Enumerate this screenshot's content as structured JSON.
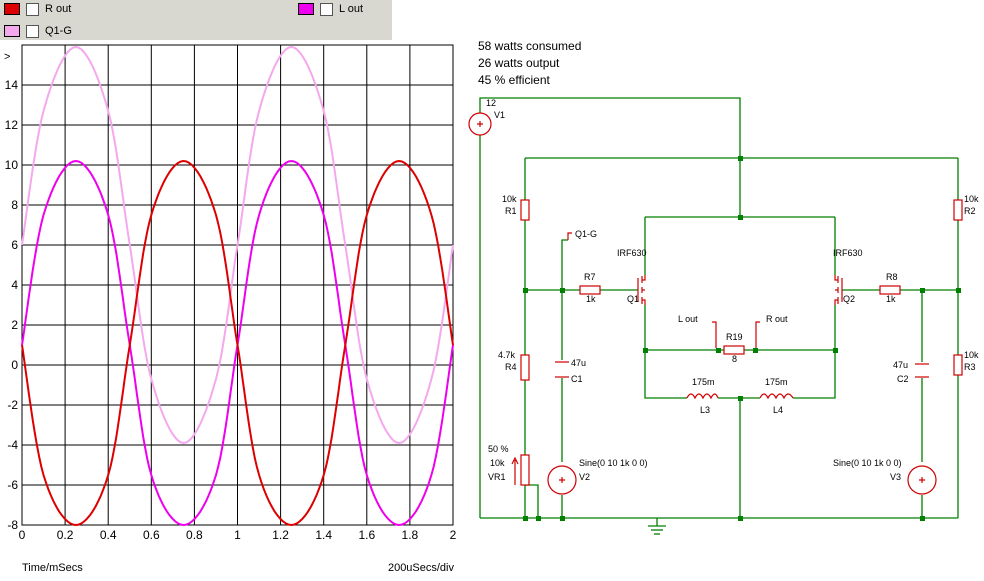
{
  "legend": [
    {
      "label": "R out",
      "color": "#dd0000",
      "checked": false
    },
    {
      "label": "L out",
      "color": "#ee00ee",
      "checked": false
    },
    {
      "label": "Q1-G",
      "color": "#f4a8ee",
      "checked": false
    }
  ],
  "chart_data": {
    "type": "line",
    "xlabel": "Time/mSecs",
    "xscale_label": "200uSecs/div",
    "ylabel": ">",
    "xlim": [
      0,
      2
    ],
    "ylim": [
      -8,
      16
    ],
    "xticks": [
      "0",
      "0.2",
      "0.4",
      "0.6",
      "0.8",
      "1",
      "1.2",
      "1.4",
      "1.6",
      "1.8",
      "2"
    ],
    "yticks": [
      "-8",
      "-6",
      "-4",
      "-2",
      "0",
      "2",
      "4",
      "6",
      "8",
      "10",
      "12",
      "14"
    ],
    "grid": true,
    "series": [
      {
        "name": "Q1-G",
        "color": "#f4a8ee",
        "x": [
          0,
          0.1,
          0.25,
          0.4,
          0.5,
          0.6,
          0.75,
          0.9,
          1.0,
          1.1,
          1.25,
          1.4,
          1.5,
          1.6,
          1.75,
          1.9,
          2.0
        ],
        "y": [
          6,
          12.7,
          15.9,
          12.7,
          6,
          -0.7,
          -3.9,
          -0.7,
          6,
          12.7,
          15.9,
          12.7,
          6,
          -0.7,
          -3.9,
          -0.7,
          6
        ]
      },
      {
        "name": "L out",
        "color": "#ee00ee",
        "x": [
          0,
          0.1,
          0.25,
          0.4,
          0.5,
          0.6,
          0.75,
          0.9,
          1.0,
          1.1,
          1.25,
          1.4,
          1.5,
          1.6,
          1.75,
          1.9,
          2.0
        ],
        "y": [
          1,
          7.5,
          10.2,
          7.5,
          1,
          -5.5,
          -8.0,
          -5.5,
          1,
          7.5,
          10.2,
          7.5,
          1,
          -5.5,
          -8.0,
          -5.5,
          1
        ]
      },
      {
        "name": "R out",
        "color": "#dd0000",
        "x": [
          0,
          0.1,
          0.25,
          0.4,
          0.5,
          0.6,
          0.75,
          0.9,
          1.0,
          1.1,
          1.25,
          1.4,
          1.5,
          1.6,
          1.75,
          1.9,
          2.0
        ],
        "y": [
          1,
          -5.5,
          -8.0,
          -5.5,
          1,
          7.5,
          10.2,
          7.5,
          1,
          -5.5,
          -8.0,
          -5.5,
          1,
          7.5,
          10.2,
          7.5,
          1
        ]
      }
    ]
  },
  "info": {
    "consumed": "58 watts consumed",
    "output": "26 watts output",
    "efficiency": "45 % efficient"
  },
  "schematic": {
    "v1": {
      "value": "12",
      "name": "V1"
    },
    "r1": {
      "value": "10k",
      "name": "R1"
    },
    "r2": {
      "value": "10k",
      "name": "R2"
    },
    "r3": {
      "value": "10k",
      "name": "R3"
    },
    "r4": {
      "value": "4.7k",
      "name": "R4"
    },
    "r7": {
      "value": "1k",
      "name": "R7"
    },
    "r8": {
      "value": "1k",
      "name": "R8"
    },
    "r19": {
      "value": "8",
      "name": "R19"
    },
    "c1": {
      "value": "47u",
      "name": "C1"
    },
    "c2": {
      "value": "47u",
      "name": "C2"
    },
    "l3": {
      "value": "175m",
      "name": "L3"
    },
    "l4": {
      "value": "175m",
      "name": "L4"
    },
    "q1": {
      "part": "IRF630",
      "name": "Q1"
    },
    "q2": {
      "part": "IRF630",
      "name": "Q2"
    },
    "vr1": {
      "setting": "50 %",
      "value": "10k",
      "name": "VR1"
    },
    "v2": {
      "spec": "Sine(0 10 1k 0 0)",
      "name": "V2"
    },
    "v3": {
      "spec": "Sine(0 10 1k 0 0)",
      "name": "V3"
    },
    "probe_q1g": "Q1-G",
    "probe_lout": "L out",
    "probe_rout": "R out"
  }
}
